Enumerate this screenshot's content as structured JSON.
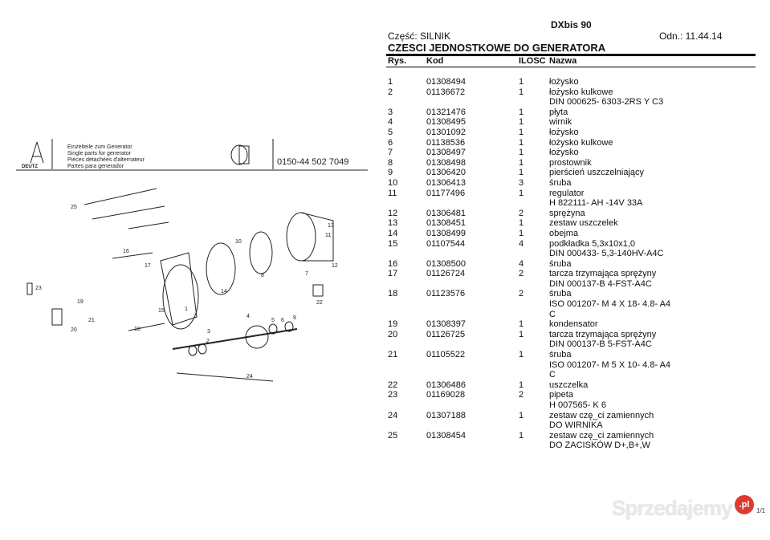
{
  "header": {
    "model": "DXbis 90",
    "part": "Część: SILNIK",
    "reference": "Odn.: 11.44.14",
    "title": "CZESCI JEDNOSTKOWE DO GENERATORA"
  },
  "columns": {
    "rys": "Rys.",
    "kod": "Kod",
    "ilosc": "ILOSC",
    "nazwa": "Nazwa"
  },
  "items": [
    {
      "rys": "1",
      "kod": "01308494",
      "ilosc": "1",
      "nazwa": [
        "łożysko"
      ]
    },
    {
      "rys": "2",
      "kod": "01136672",
      "ilosc": "1",
      "nazwa": [
        "łożysko kulkowe",
        "DIN 000625- 6303-2RS Y C3"
      ]
    },
    {
      "rys": "3",
      "kod": "01321476",
      "ilosc": "1",
      "nazwa": [
        "płyta"
      ]
    },
    {
      "rys": "4",
      "kod": "01308495",
      "ilosc": "1",
      "nazwa": [
        "wirnik"
      ]
    },
    {
      "rys": "5",
      "kod": "01301092",
      "ilosc": "1",
      "nazwa": [
        "łożysko"
      ]
    },
    {
      "rys": "6",
      "kod": "01138536",
      "ilosc": "1",
      "nazwa": [
        "łożysko kulkowe"
      ]
    },
    {
      "rys": "7",
      "kod": "01308497",
      "ilosc": "1",
      "nazwa": [
        "łożysko"
      ]
    },
    {
      "rys": "8",
      "kod": "01308498",
      "ilosc": "1",
      "nazwa": [
        "prostownik"
      ]
    },
    {
      "rys": "9",
      "kod": "01306420",
      "ilosc": "1",
      "nazwa": [
        "pierścień uszczelniający"
      ]
    },
    {
      "rys": "10",
      "kod": "01306413",
      "ilosc": "3",
      "nazwa": [
        "śruba"
      ]
    },
    {
      "rys": "11",
      "kod": "01177496",
      "ilosc": "1",
      "nazwa": [
        "regulator",
        "H 822111- AH -14V 33A"
      ]
    },
    {
      "rys": "12",
      "kod": "01306481",
      "ilosc": "2",
      "nazwa": [
        "sprężyna"
      ]
    },
    {
      "rys": "13",
      "kod": "01308451",
      "ilosc": "1",
      "nazwa": [
        "zestaw uszczelek"
      ]
    },
    {
      "rys": "14",
      "kod": "01308499",
      "ilosc": "1",
      "nazwa": [
        "obejma"
      ]
    },
    {
      "rys": "15",
      "kod": "01107544",
      "ilosc": "4",
      "nazwa": [
        "podkładka 5,3x10x1,0",
        "DIN 000433- 5,3-140HV-A4C"
      ]
    },
    {
      "rys": "16",
      "kod": "01308500",
      "ilosc": "4",
      "nazwa": [
        "śruba"
      ]
    },
    {
      "rys": "17",
      "kod": "01126724",
      "ilosc": "2",
      "nazwa": [
        "tarcza trzymająca sprężyny",
        "DIN 000137-B 4-FST-A4C"
      ]
    },
    {
      "rys": "18",
      "kod": "01123576",
      "ilosc": "2",
      "nazwa": [
        "śruba",
        "ISO 001207- M 4 X 18- 4.8- A4",
        "C"
      ]
    },
    {
      "rys": "19",
      "kod": "01308397",
      "ilosc": "1",
      "nazwa": [
        "kondensator"
      ]
    },
    {
      "rys": "20",
      "kod": "01126725",
      "ilosc": "1",
      "nazwa": [
        "tarcza trzymająca sprężyny",
        "DIN 000137-B 5-FST-A4C"
      ]
    },
    {
      "rys": "21",
      "kod": "01105522",
      "ilosc": "1",
      "nazwa": [
        "śruba",
        "ISO 001207- M 5 X 10- 4.8- A4",
        "C"
      ]
    },
    {
      "rys": "22",
      "kod": "01306486",
      "ilosc": "1",
      "nazwa": [
        "uszczelka"
      ]
    },
    {
      "rys": "23",
      "kod": "01169028",
      "ilosc": "2",
      "nazwa": [
        "pipeta",
        "H 007565- K 6"
      ]
    },
    {
      "rys": "24",
      "kod": "01307188",
      "ilosc": "1",
      "nazwa": [
        "zestaw czę_ci zamiennych",
        "DO WIRNIKA"
      ]
    },
    {
      "rys": "25",
      "kod": "01308454",
      "ilosc": "1",
      "nazwa": [
        "zestaw czę_ci zamiennych",
        "DO ZACISKÓW D+,B+,W"
      ]
    }
  ],
  "drawing": {
    "logo_text": "DEUTZ",
    "captions": [
      "Einzelteile zum Generator",
      "Single parts for generator",
      "Pièces détachées d'alternateur",
      "Partes para generador"
    ],
    "catalog_number": "0150-44 502 7049",
    "callouts": [
      "1",
      "2",
      "3",
      "4",
      "5",
      "6",
      "7",
      "8",
      "9",
      "10",
      "11",
      "12",
      "13",
      "14",
      "15",
      "16",
      "17",
      "18",
      "19",
      "20",
      "21",
      "22",
      "23",
      "24",
      "25"
    ]
  },
  "watermark": {
    "text": "Sprzedajemy",
    "badge": ".pl"
  },
  "page_number": "1/1"
}
